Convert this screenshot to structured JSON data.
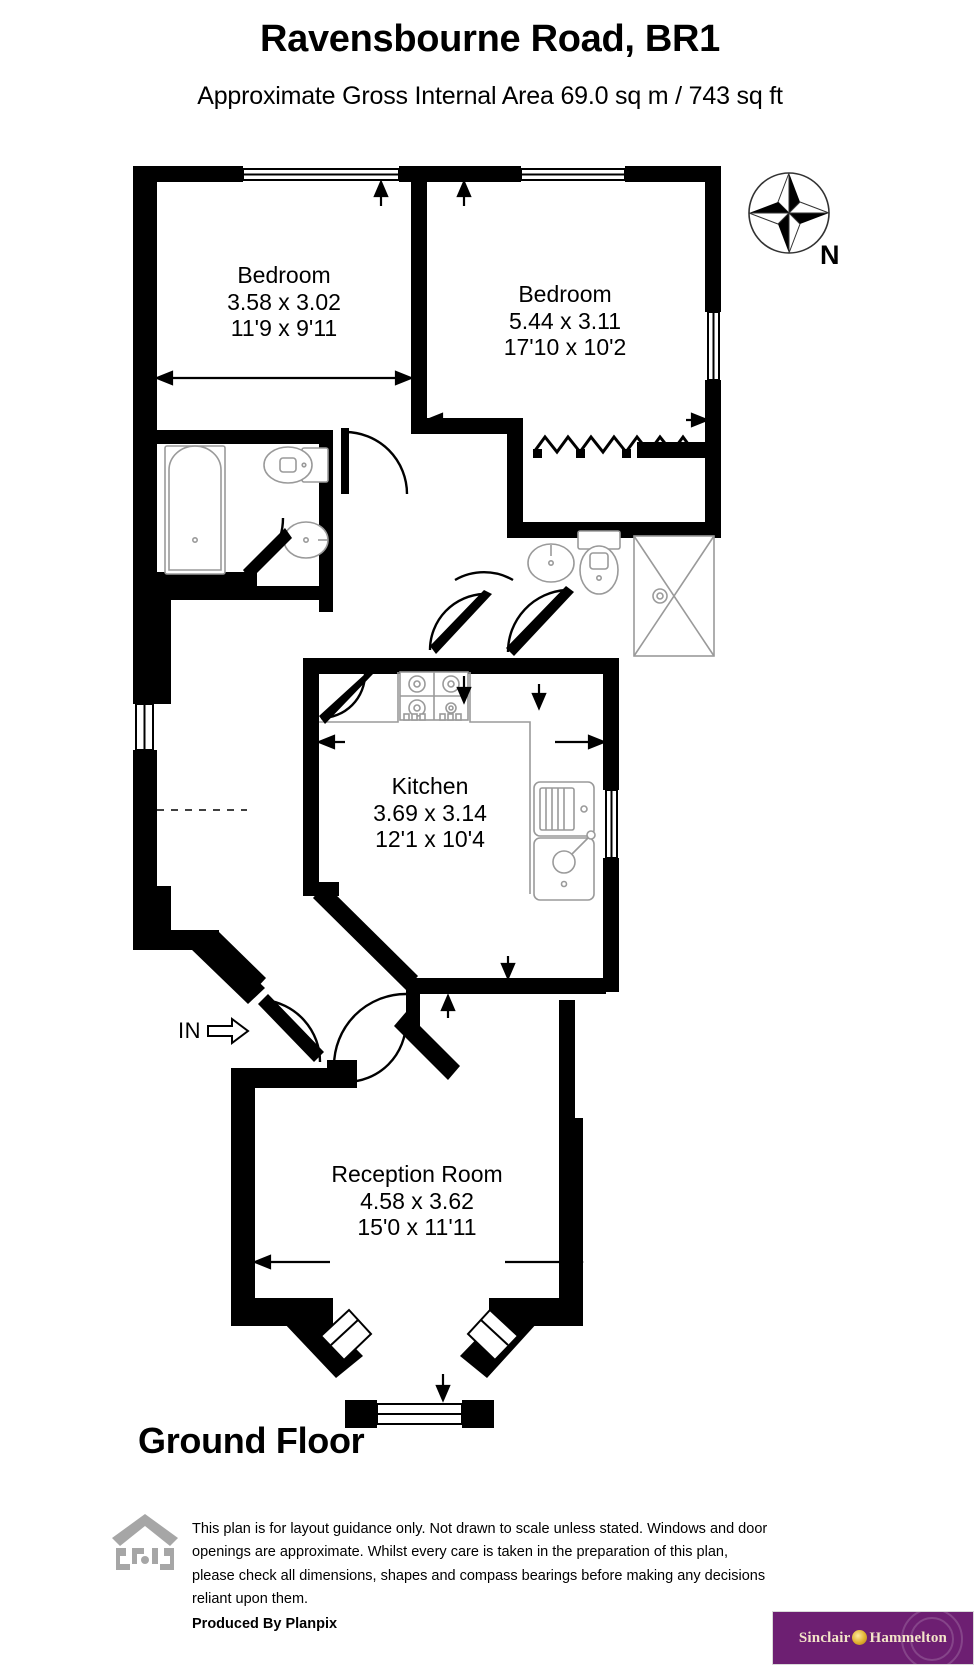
{
  "header": {
    "title": "Ravensbourne Road, BR1",
    "area_line": "Approximate Gross Internal Area  69.0 sq m / 743 sq ft"
  },
  "floor": {
    "label": "Ground Floor"
  },
  "compass": {
    "north_label": "N",
    "icon": "compass-rose-icon"
  },
  "entrance": {
    "label": "IN",
    "arrow_icon": "arrow-right-icon"
  },
  "rooms": [
    {
      "key": "bedroom-1",
      "name": "Bedroom",
      "dim_metric": "3.58 x 3.02",
      "dim_imperial": "11'9 x 9'11"
    },
    {
      "key": "bedroom-2",
      "name": "Bedroom",
      "dim_metric": "5.44 x 3.11",
      "dim_imperial": "17'10 x 10'2"
    },
    {
      "key": "kitchen",
      "name": "Kitchen",
      "dim_metric": "3.69 x 3.14",
      "dim_imperial": "12'1 x 10'4"
    },
    {
      "key": "reception-room",
      "name": "Reception Room",
      "dim_metric": "4.58 x 3.62",
      "dim_imperial": "15'0 x 11'11"
    }
  ],
  "fixtures": [
    "bath-icon",
    "toilet-icon",
    "basin-icon",
    "shower-tray-icon",
    "hob-icon",
    "sink-icon"
  ],
  "footer": {
    "disclaimer": "This plan is for layout guidance only. Not drawn to scale unless stated. Windows and door openings are approximate. Whilst every care is taken in the preparation of this plan, please check all dimensions, shapes and compass bearings before making any decisions reliant upon them.",
    "produced_by": "Produced By Planpix",
    "house_icon": "house-icon"
  },
  "brand": {
    "name_left": "Sinclair",
    "name_right": "Hammelton",
    "bg_color": "#6d1f72",
    "text_color": "#f3e4c8",
    "emblem": "gold-circle-icon"
  },
  "colors": {
    "wall": "#000000",
    "background": "#ffffff",
    "fixture_stroke": "#808080"
  }
}
